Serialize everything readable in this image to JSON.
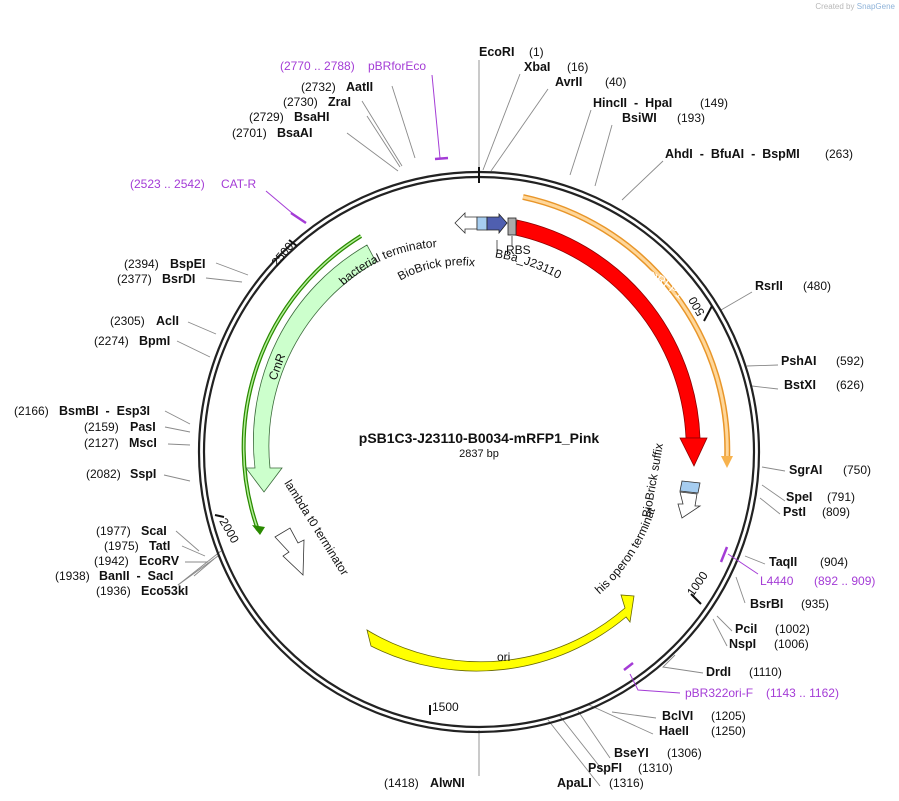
{
  "brand": {
    "prefix": "Created by",
    "name": "SnapGene"
  },
  "plasmid": {
    "name": "pSB1C3-J23110-B0034-mRFP1_Pink",
    "length_text": "2837 bp",
    "length": 2837
  },
  "ticks": [
    "500",
    "1000",
    "1500",
    "2000",
    "2500"
  ],
  "enzymes": [
    {
      "name": "EcoRI",
      "pos": "(1)"
    },
    {
      "name": "XbaI",
      "pos": "(16)"
    },
    {
      "name": "AvrII",
      "pos": "(40)"
    },
    {
      "name": "HincII  -  HpaI",
      "pos": "(149)"
    },
    {
      "name": "BsiWI",
      "pos": "(193)"
    },
    {
      "name": "AhdI  -  BfuAI  -  BspMI",
      "pos": "(263)"
    },
    {
      "name": "RsrII",
      "pos": "(480)"
    },
    {
      "name": "PshAI",
      "pos": "(592)"
    },
    {
      "name": "BstXI",
      "pos": "(626)"
    },
    {
      "name": "SgrAI",
      "pos": "(750)"
    },
    {
      "name": "SpeI",
      "pos": "(791)"
    },
    {
      "name": "PstI",
      "pos": "(809)"
    },
    {
      "name": "TaqII",
      "pos": "(904)"
    },
    {
      "name": "BsrBI",
      "pos": "(935)"
    },
    {
      "name": "PciI",
      "pos": "(1002)"
    },
    {
      "name": "NspI",
      "pos": "(1006)"
    },
    {
      "name": "DrdI",
      "pos": "(1110)"
    },
    {
      "name": "BclVI",
      "pos": "(1205)"
    },
    {
      "name": "HaeII",
      "pos": "(1250)"
    },
    {
      "name": "BseYI",
      "pos": "(1306)"
    },
    {
      "name": "PspFI",
      "pos": "(1310)"
    },
    {
      "name": "ApaLI",
      "pos": "(1316)"
    },
    {
      "name": "AlwNI",
      "pos": "(1418)"
    },
    {
      "name": "Eco53kI",
      "pos": "(1936)"
    },
    {
      "name": "BanII  -  SacI",
      "pos": "(1938)"
    },
    {
      "name": "EcoRV",
      "pos": "(1942)"
    },
    {
      "name": "TatI",
      "pos": "(1975)"
    },
    {
      "name": "ScaI",
      "pos": "(1977)"
    },
    {
      "name": "SspI",
      "pos": "(2082)"
    },
    {
      "name": "MscI",
      "pos": "(2127)"
    },
    {
      "name": "PasI",
      "pos": "(2159)"
    },
    {
      "name": "BsmBI  -  Esp3I",
      "pos": "(2166)"
    },
    {
      "name": "BpmI",
      "pos": "(2274)"
    },
    {
      "name": "AclI",
      "pos": "(2305)"
    },
    {
      "name": "BsrDI",
      "pos": "(2377)"
    },
    {
      "name": "BspEI",
      "pos": "(2394)"
    },
    {
      "name": "BsaAI",
      "pos": "(2701)"
    },
    {
      "name": "BsaHI",
      "pos": "(2729)"
    },
    {
      "name": "ZraI",
      "pos": "(2730)"
    },
    {
      "name": "AatII",
      "pos": "(2732)"
    }
  ],
  "primers": [
    {
      "name": "pBRforEco",
      "range": "(2770 .. 2788)"
    },
    {
      "name": "CAT-R",
      "range": "(2523 .. 2542)"
    },
    {
      "name": "L4440",
      "range": "(892 .. 909)"
    },
    {
      "name": "pBR322ori-F",
      "range": "(1143 .. 1162)"
    }
  ],
  "features": {
    "mrfp1": "mRFP1",
    "ori": "ori",
    "cmr": "CmR",
    "rbs": "RBS",
    "promoter": "BBa_J23110",
    "bact_term": "bacterial terminator",
    "biobrick_prefix": "BioBrick prefix",
    "biobrick_suffix": "BioBrick suffix",
    "his_term": "his operon terminator",
    "lambda_term": "lambda t0 terminator"
  },
  "colors": {
    "mrfp1": "#ff0000",
    "ori": "#ffff00",
    "cmr": "#ccffcc",
    "cmr_outline": "#2a8a00",
    "orf_outline": "#e8962a",
    "promoter": "#4f5fb0",
    "primer": "#a43cd6",
    "suffix": "#a6cdf0"
  }
}
